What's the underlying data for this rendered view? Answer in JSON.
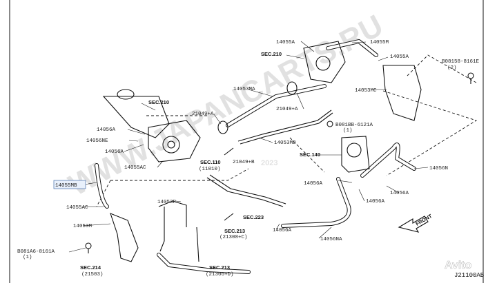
{
  "watermark": {
    "main": "WWW.JAPANCARTS.RU",
    "faint": "2023",
    "marketplace": "Avito"
  },
  "diagram_code": "J21100AB",
  "front_label": "FRONT",
  "labels": {
    "p14055a_top": "14055A",
    "p14055m": "14055M",
    "sec210_top": "SEC.210",
    "p14055a_right": "14055A",
    "bolt_08158": "B08158-8161E",
    "bolt_08158_qty": "(2)",
    "p14053ma": "14053MA",
    "p21049a_top": "21049+A",
    "p21049a_mid": "21049+A",
    "p14053mc": "14053MC",
    "sec210_left": "SEC.210",
    "bolt_081bb": "B081BB-6121A",
    "bolt_081bb_qty": "(1)",
    "p14056a_1": "14056A",
    "p14056ne": "14056NE",
    "p14056a_2": "14056A",
    "p14053mb": "14053MB",
    "sec140": "SEC.140",
    "sec110": "SEC.110",
    "sec110_sub": "(11010)",
    "p21049b": "21049+B",
    "p14055ac_1": "14055AC",
    "p14056n": "14056N",
    "p14055mb": "14055MB",
    "p14056a_3": "14056A",
    "p14056a_4": "14056A",
    "p14056a_5": "14056A",
    "p14053p": "14053P",
    "p14055ac_2": "14055AC",
    "sec223": "SEC.223",
    "p14053m": "14053M",
    "sec213_mid": "SEC.213",
    "sec213_mid_sub": "(21308+C)",
    "p14056a_6": "14056A",
    "p14056na": "14056NA",
    "bolt_081a6": "B081A6-8161A",
    "bolt_081a6_qty": "(1)",
    "sec214": "SEC.214",
    "sec214_sub": "(21503)",
    "sec213_bot": "SEC.213",
    "sec213_bot_sub": "(21306+D)"
  }
}
